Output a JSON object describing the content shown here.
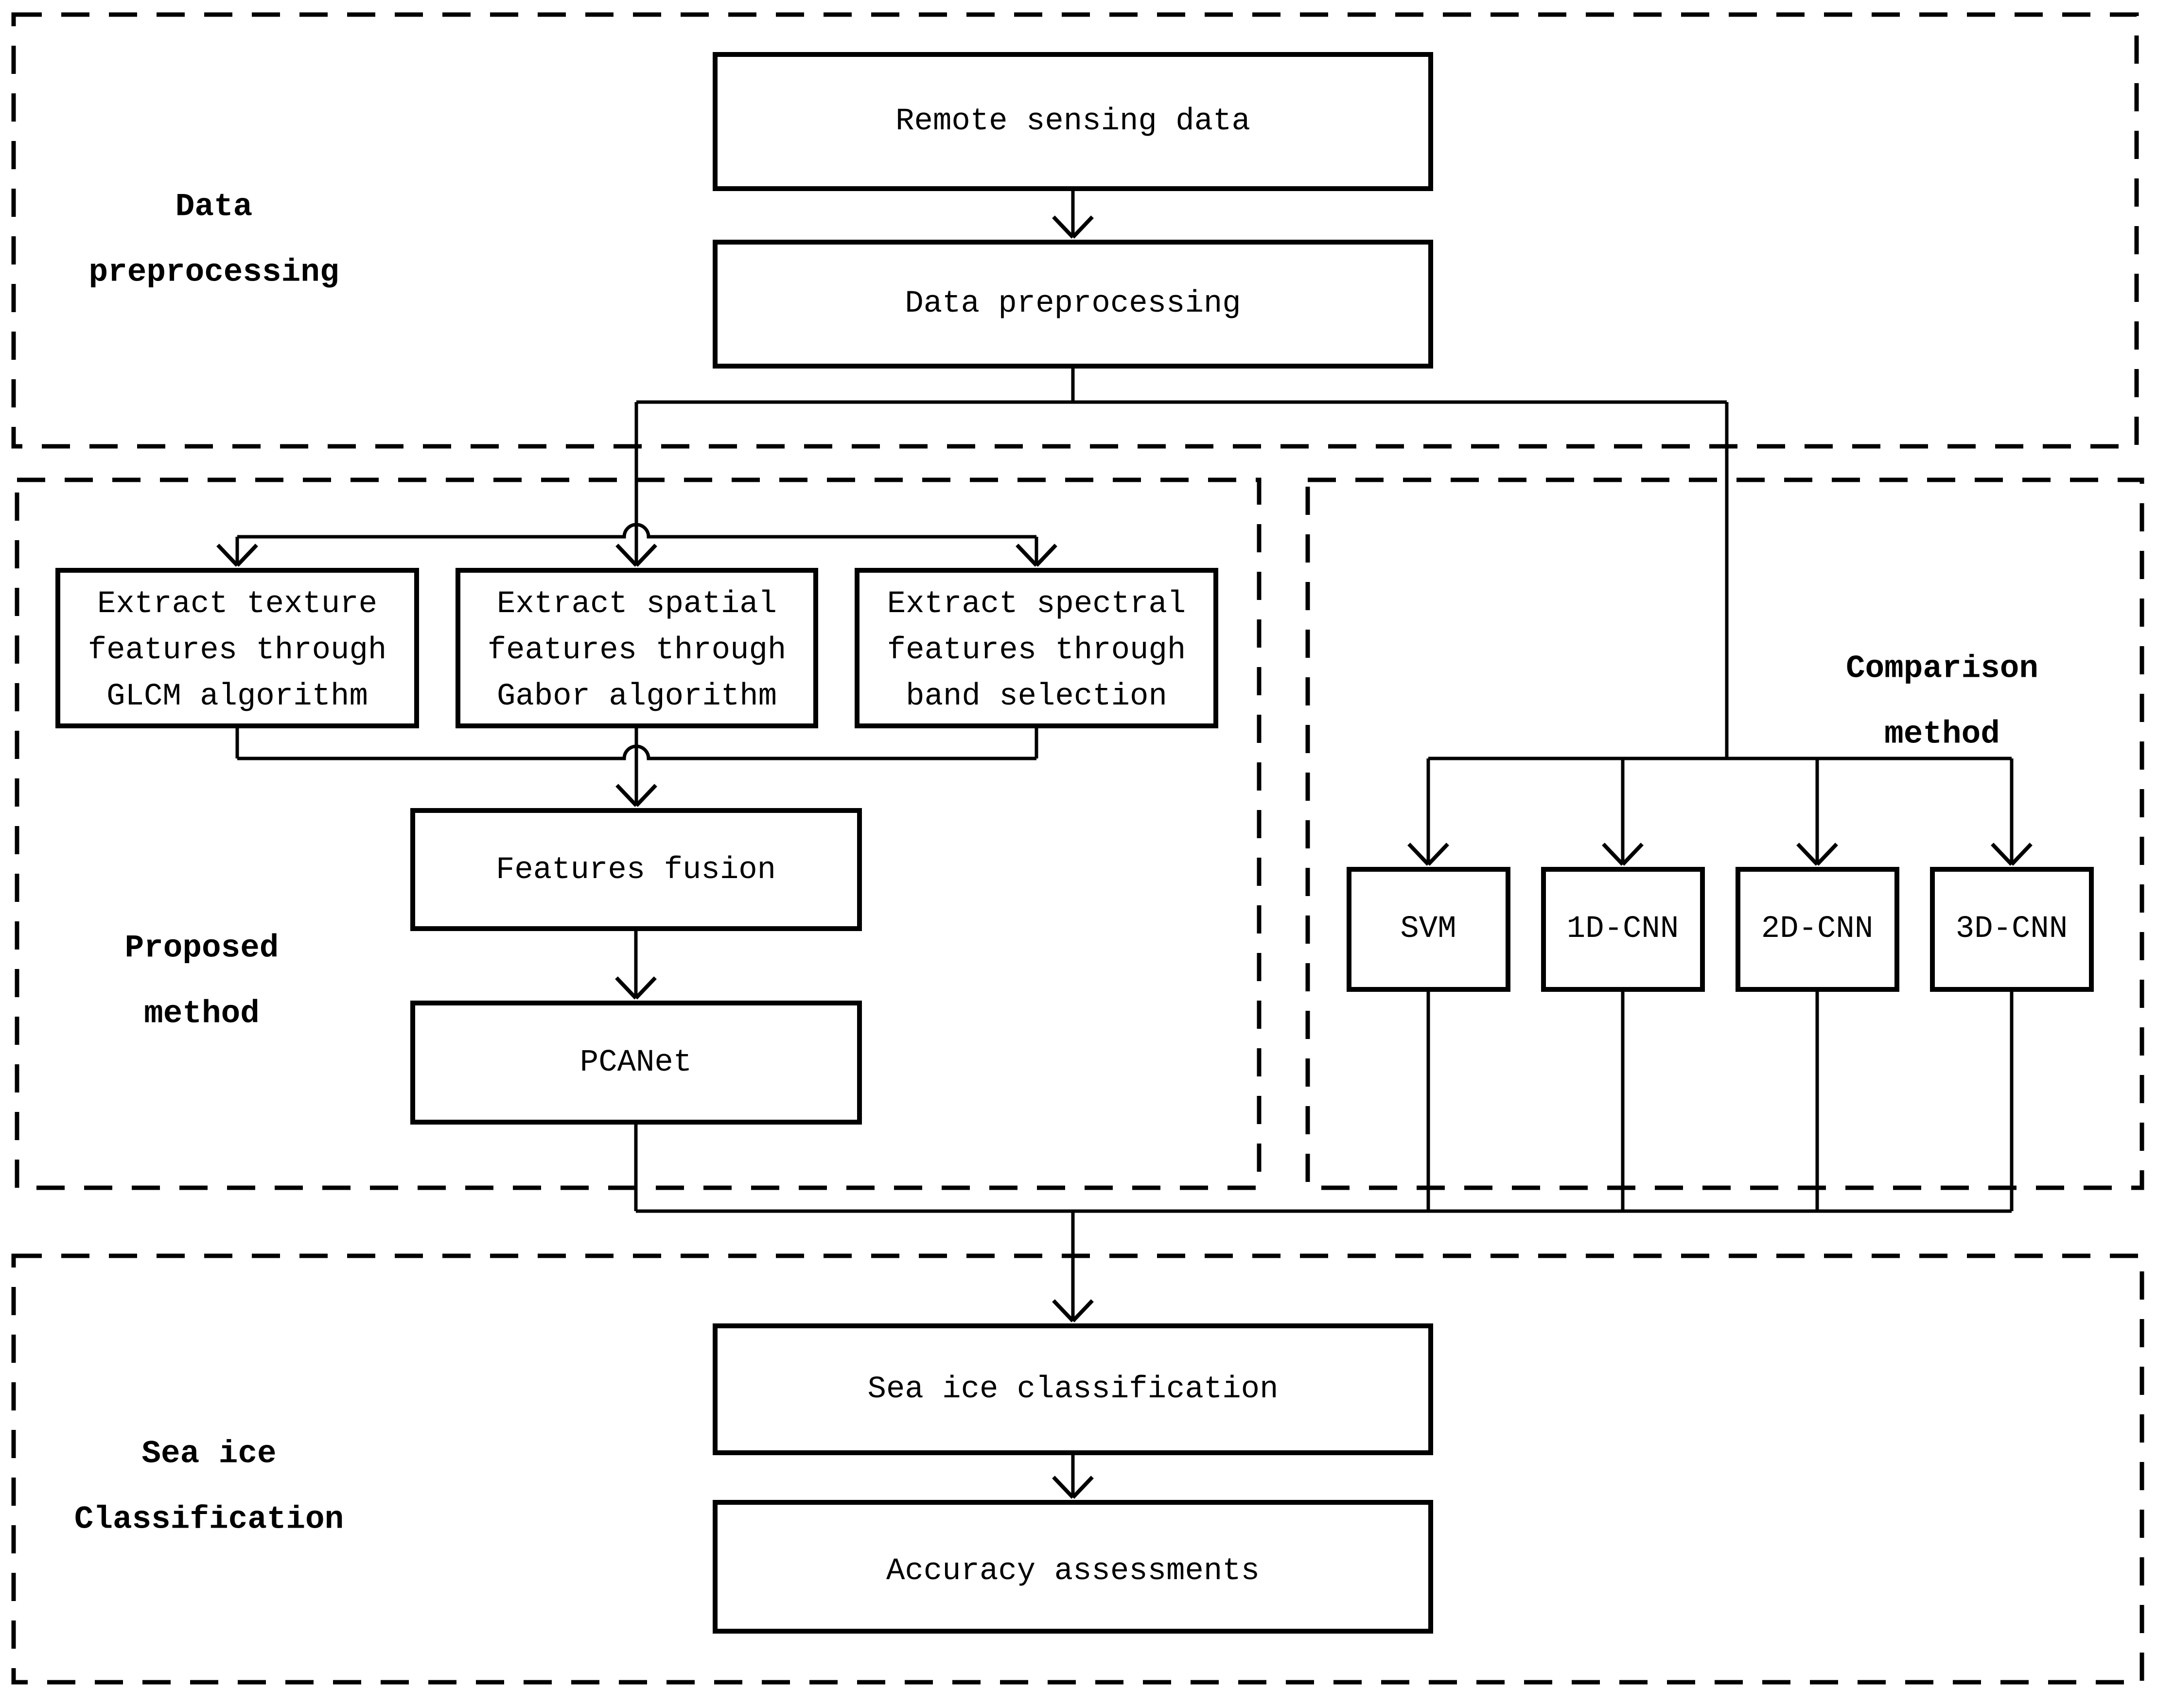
{
  "diagram": {
    "title": "Sea ice classification methodology flowchart",
    "colors": {
      "ink": "#000000",
      "background": "#ffffff"
    },
    "sections": {
      "data_preprocessing": {
        "line1": "Data",
        "line2": "preprocessing"
      },
      "proposed_method": {
        "line1": "Proposed",
        "line2": "method"
      },
      "comparison_method": {
        "line1": "Comparison",
        "line2": "method"
      },
      "sea_ice_classification": {
        "line1": "Sea ice",
        "line2": "Classification"
      }
    },
    "nodes": {
      "remote_sensing_data": {
        "label": "Remote sensing data"
      },
      "data_preprocessing": {
        "label": "Data preprocessing"
      },
      "extract_texture": {
        "line1": "Extract texture",
        "line2": "features through",
        "line3": "GLCM algorithm"
      },
      "extract_spatial": {
        "line1": "Extract spatial",
        "line2": "features through",
        "line3": "Gabor algorithm"
      },
      "extract_spectral": {
        "line1": "Extract spectral",
        "line2": "features through",
        "line3": "band selection"
      },
      "features_fusion": {
        "label": "Features fusion"
      },
      "pcanet": {
        "label": "PCANet"
      },
      "svm": {
        "label": "SVM"
      },
      "cnn_1d": {
        "label": "1D-CNN"
      },
      "cnn_2d": {
        "label": "2D-CNN"
      },
      "cnn_3d": {
        "label": "3D-CNN"
      },
      "sea_ice_classification_step": {
        "label": "Sea ice classification"
      },
      "accuracy_assessments": {
        "label": "Accuracy assessments"
      }
    }
  }
}
